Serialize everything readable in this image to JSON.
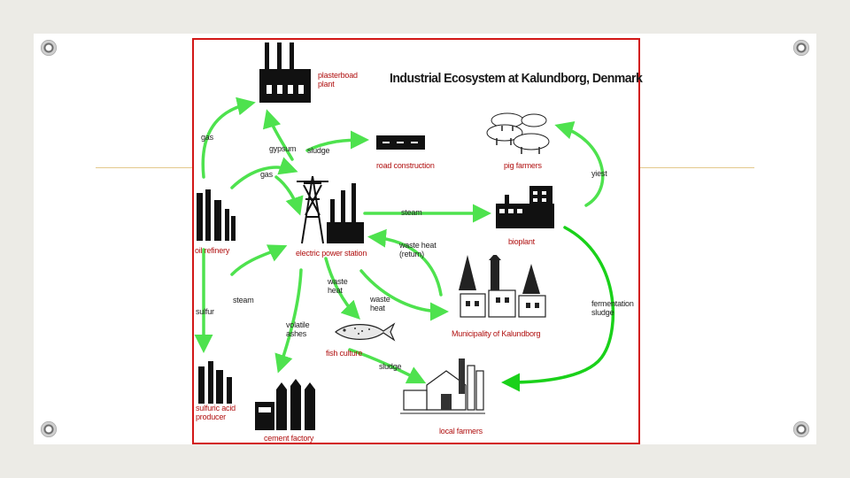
{
  "title": "Industrial Ecosystem at Kalundborg, Denmark",
  "colors": {
    "frame": "#d21717",
    "arrow": "#4ee24e",
    "arrow_dark": "#1ad11a",
    "node_label": "#b01010",
    "rule": "#e3c98c"
  },
  "nodes": {
    "plasterboard": "plasterboad\nplant",
    "road": "road construction",
    "pig_farmers": "pig farmers",
    "bioplant": "bioplant",
    "oil_refinery": "oil refinery",
    "power_station": "electric power station",
    "municipality": "Municipality of Kalundborg",
    "fish_culture": "fish culture",
    "sulfuric_acid": "sulfuric acid\nproducer",
    "local_farmers": "local farmers",
    "cement_factory": "cement factory"
  },
  "flows": {
    "gas_top": "gas",
    "gypsum": "gypsum",
    "sludge_top": "sludge",
    "gas_mid": "gas",
    "yiest": "yiest",
    "steam_top": "steam",
    "waste_heat_return": "waste heat\n(return)",
    "fermentation_sludge": "fermentation\nsludge",
    "waste_heat_left": "waste\nheat",
    "waste_heat_right": "waste\nheat",
    "steam_left": "steam",
    "sulfur": "sulfur",
    "volatile_ashes": "volatile\nashes",
    "sludge_bottom": "sludge"
  }
}
